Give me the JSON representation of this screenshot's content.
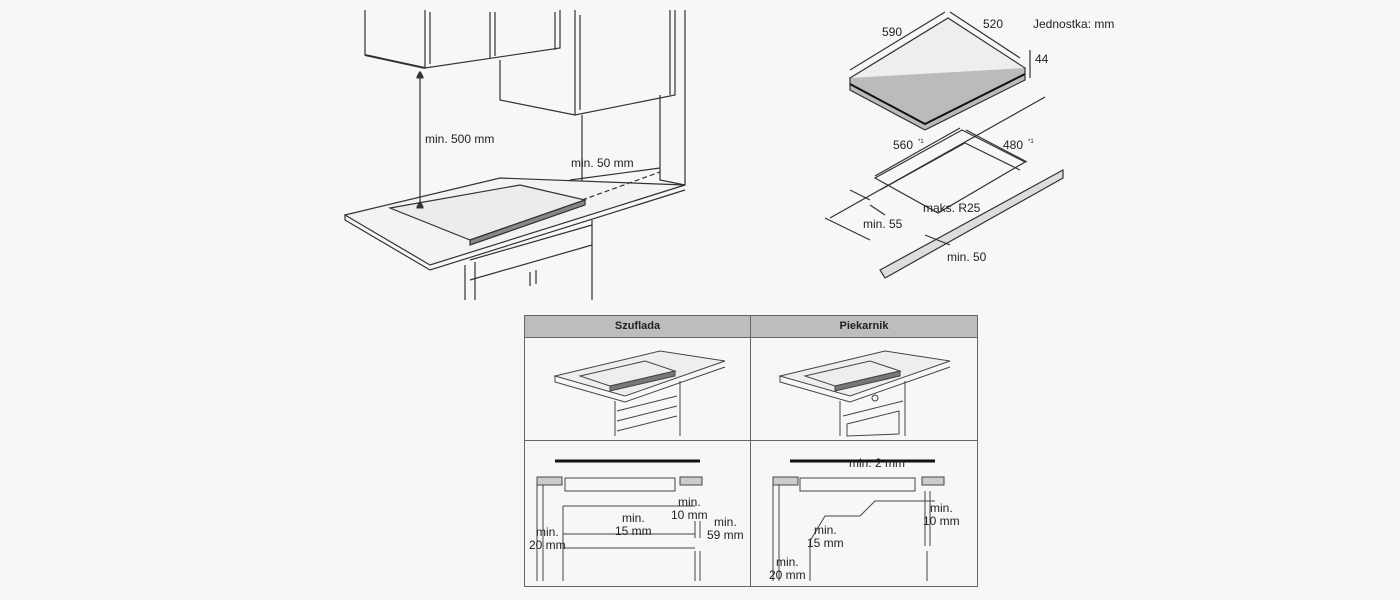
{
  "top_left": {
    "height_label": "min. 500 mm",
    "wall_gap_label": "min. 50 mm"
  },
  "top_right": {
    "unit_label": "Jednostka: mm",
    "width": "590",
    "depth": "520",
    "height": "44",
    "cutout_width": "560",
    "cutout_depth": "480",
    "footnote_mark": "*1",
    "front_margin": "min. 55",
    "radius": "maks. R25",
    "rear_margin": "min. 50"
  },
  "table": {
    "headers": [
      "Szuflada",
      "Piekarnik"
    ],
    "drawer": {
      "side_gap": [
        "min.",
        "20 mm"
      ],
      "under_gap": [
        "min.",
        "15 mm"
      ],
      "back_gap": [
        "min.",
        "10 mm"
      ],
      "depth_gap": [
        "min.",
        "59 mm"
      ]
    },
    "oven": {
      "top_gap": "min. 2 mm",
      "back_gap": [
        "min.",
        "10 mm"
      ],
      "under_gap": [
        "min.",
        "15 mm"
      ],
      "side_gap": [
        "min.",
        "20 mm"
      ]
    }
  }
}
